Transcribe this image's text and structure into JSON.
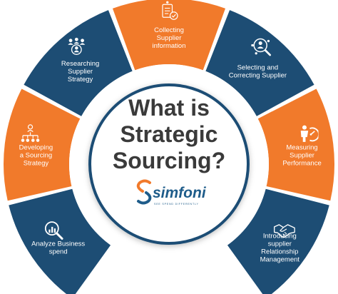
{
  "colors": {
    "navy": "#1d4d74",
    "orange": "#f17a2b",
    "ring_white": "#ffffff",
    "title": "#3a3a3a",
    "brand_blue": "#1e5c8a",
    "brand_orange": "#f17a2b"
  },
  "title_lines": [
    "What is",
    "Strategic",
    "Sourcing?"
  ],
  "brand": {
    "name": "simfoni",
    "tagline": "SEE SPEND DIFFERENTLY"
  },
  "segments": [
    {
      "label_lines": [
        "Analyze Business",
        "spend"
      ],
      "icon": "magnifier-chart-icon",
      "color": "navy"
    },
    {
      "label_lines": [
        "Developing",
        "a Sourcing",
        "Strategy"
      ],
      "icon": "org-chart-icon",
      "color": "orange"
    },
    {
      "label_lines": [
        "Researching",
        "Supplier",
        "Strategy"
      ],
      "icon": "team-group-icon",
      "color": "navy"
    },
    {
      "label_lines": [
        "Collecting",
        "Supplier",
        "information"
      ],
      "icon": "document-info-icon",
      "color": "orange"
    },
    {
      "label_lines": [
        "Selecting and",
        "Correcting Supplier"
      ],
      "icon": "search-people-icon",
      "color": "navy"
    },
    {
      "label_lines": [
        "Measuring",
        "Supplier",
        "Performance"
      ],
      "icon": "performance-gauge-icon",
      "color": "orange"
    },
    {
      "label_lines": [
        "Introducing",
        "supplier",
        "Relationship",
        "Management"
      ],
      "icon": "handshake-icon",
      "color": "navy"
    }
  ]
}
